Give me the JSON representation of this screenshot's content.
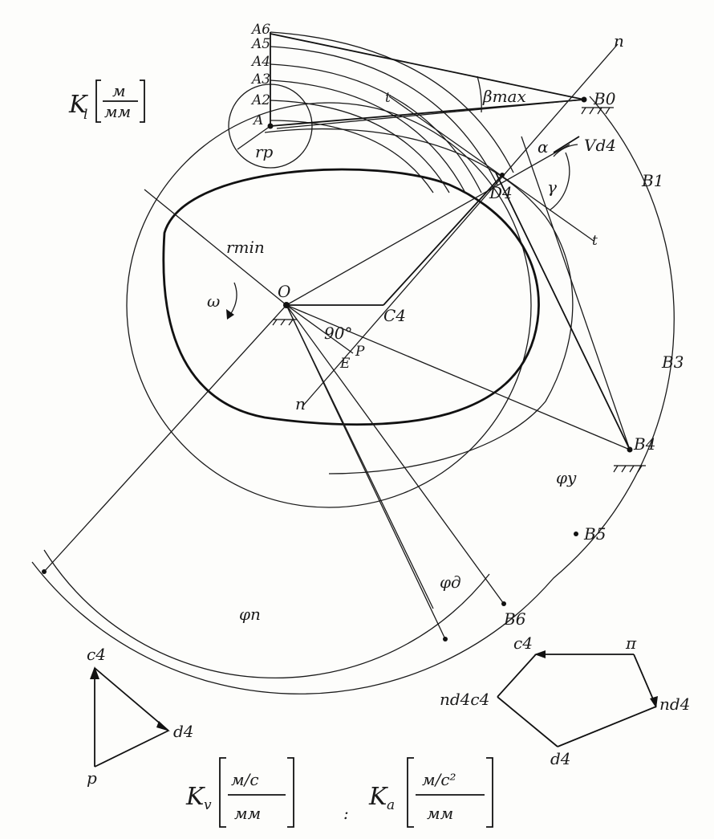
{
  "labels": {
    "A6": "A6",
    "A5": "A5",
    "A4": "A4",
    "A3": "A3",
    "A2": "A2",
    "A": "A",
    "B0": "B0",
    "B1": "B1",
    "B3": "B3",
    "B4": "B4",
    "B5": "B5",
    "B6": "B6",
    "n_top": "n",
    "n_bottom": "n",
    "t_top": "t",
    "t_right": "t",
    "beta_max": "βmax",
    "alpha": "α",
    "gamma": "γ",
    "V_d4": "Vd4",
    "D4": "D4",
    "O": "O",
    "C4": "C4",
    "E": "E",
    "P": "P",
    "angle_90": "90°",
    "omega": "ω",
    "r_min": "rmin",
    "r_p": "rp",
    "phi_v": "φу",
    "phi_d": "φд",
    "phi_n": "φп"
  },
  "scale_Kl": {
    "symbol": "K",
    "sub": "l",
    "num": "м",
    "den": "мм"
  },
  "scale_Kv": {
    "symbol": "K",
    "sub": "v",
    "num": "м/с",
    "den": "мм"
  },
  "scale_Ka": {
    "symbol": "K",
    "sub": "a",
    "num": "м/с²",
    "den": "мм"
  },
  "separator": ":",
  "velocity_polygon": {
    "c4": "c4",
    "d4": "d4",
    "p": "p"
  },
  "acceleration_polygon": {
    "pi": "π",
    "c4": "c4",
    "nd4": "nd4",
    "nd4c4": "nd4c4",
    "d4": "d4"
  }
}
